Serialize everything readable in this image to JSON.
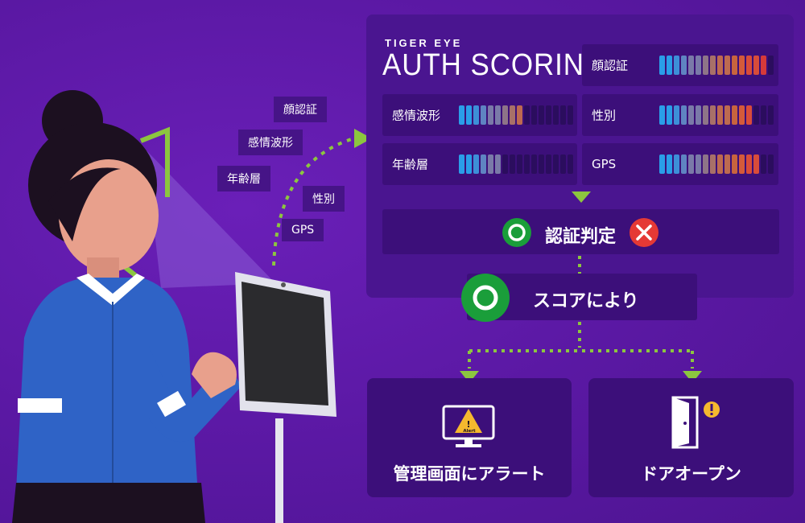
{
  "header": {
    "brand_small": "TIGER EYE",
    "brand_big": "AUTH SCORING"
  },
  "side_tags": [
    "顔認証",
    "感情波形",
    "年齢層",
    "性別",
    "GPS"
  ],
  "score_cards": [
    {
      "label": "顔認証",
      "level": 0.94
    },
    {
      "label": "感情波形",
      "level": 0.59
    },
    {
      "label": "性別",
      "level": 0.82
    },
    {
      "label": "年齢層",
      "level": 0.35
    },
    {
      "label": "GPS",
      "level": 0.88
    }
  ],
  "judgement": {
    "label": "認証判定"
  },
  "score_row": {
    "label": "スコアにより"
  },
  "outcomes": {
    "alert_label": "管理画面にアラート",
    "alert_icon_text": "Alert",
    "door_label": "ドアオープン"
  },
  "colors": {
    "accent_green": "#8cc63f",
    "ok_green": "#1a9e3a",
    "ng_red": "#e53935",
    "warning_yellow": "#f5b82e",
    "bar_gradient": [
      "#2a9ee8",
      "#3d8fd8",
      "#5f84c2",
      "#7a7aa8",
      "#8e7488",
      "#a87068",
      "#bd6a50",
      "#c8643e",
      "#d45a3a",
      "#d84c3a",
      "#d63a3a",
      "#cf2f3c"
    ]
  }
}
